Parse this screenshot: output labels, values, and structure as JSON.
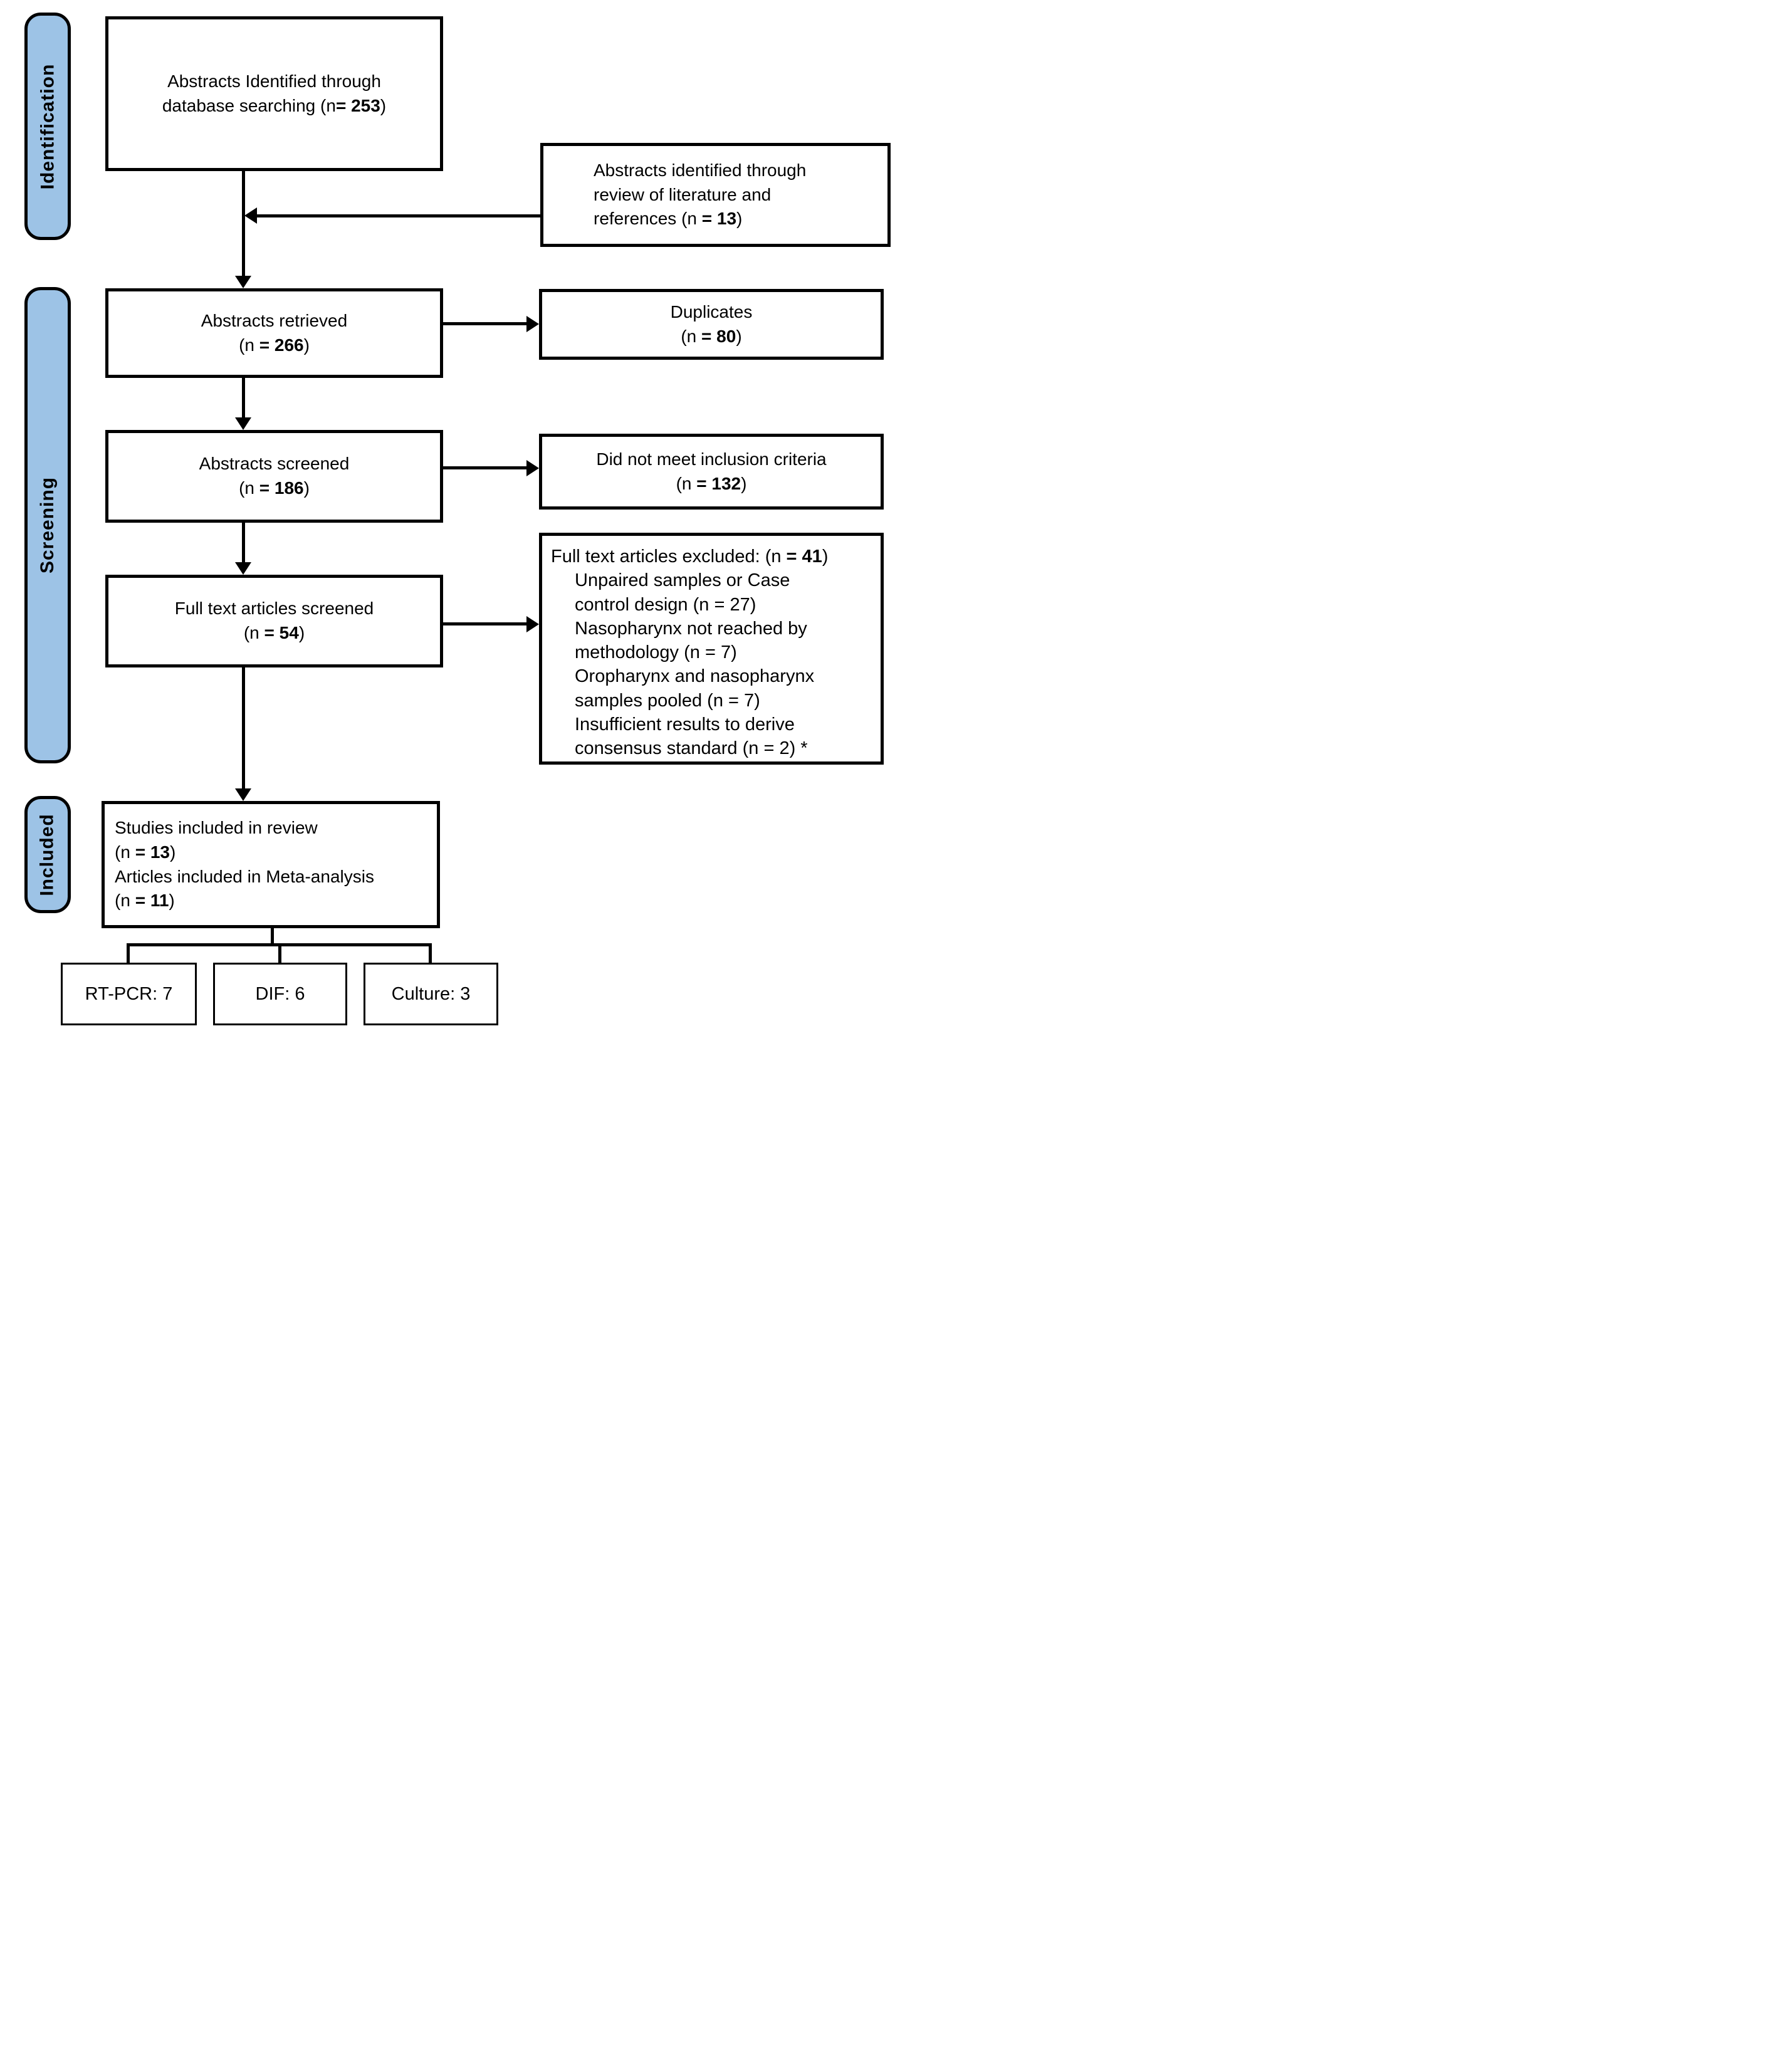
{
  "colors": {
    "stage_fill": "#9DC3E6",
    "line": "#000000",
    "box_bg": "#FFFFFF"
  },
  "stages": {
    "identification": "Identification",
    "screening": "Screening",
    "included": "Included"
  },
  "boxes": {
    "db_search": {
      "line1": "Abstracts Identified through",
      "line2_pre": "database searching (n",
      "line2_bold": "= 253",
      "line2_post": ")"
    },
    "lit_review": {
      "line1": "Abstracts identified through",
      "line2": "review of literature and",
      "line3_pre": "references (n ",
      "line3_bold": "= 13",
      "line3_post": ")"
    },
    "retrieved": {
      "line1": "Abstracts retrieved",
      "n_pre": "(n ",
      "n_bold": "= 266",
      "n_post": ")"
    },
    "duplicates": {
      "line1": "Duplicates",
      "n_pre": "(n ",
      "n_bold": "= 80",
      "n_post": ")"
    },
    "screened": {
      "line1": "Abstracts screened",
      "n_pre": "(n ",
      "n_bold": "= 186",
      "n_post": ")"
    },
    "not_met": {
      "line1": "Did not meet inclusion criteria",
      "n_pre": "(n ",
      "n_bold": "= 132",
      "n_post": ")"
    },
    "fulltext": {
      "line1": "Full text articles screened",
      "n_pre": "(n ",
      "n_bold": "= 54",
      "n_post": ")"
    },
    "excluded": {
      "header_pre": "Full text articles excluded: (n ",
      "header_bold": "= 41",
      "header_post": ")",
      "item_lines": [
        [
          "Unpaired samples or Case",
          "control design (n = 27)"
        ],
        [
          "Nasopharynx not reached by",
          "methodology (n = 7)"
        ],
        [
          "Oropharynx and nasopharynx",
          "samples pooled (n = 7)"
        ],
        [
          "Insufficient results to derive",
          "consensus standard (n = 2) *"
        ]
      ]
    },
    "included_review": {
      "line1": "Studies included in review",
      "n1_pre": "(n ",
      "n1_bold": "= 13",
      "n1_post": ")",
      "line3": "Articles included in Meta-analysis",
      "n2_pre": "(n ",
      "n2_bold": "= 11",
      "n2_post": ")"
    },
    "rtpcr": {
      "label": "RT-PCR: 7"
    },
    "dif": {
      "label": "DIF: 6"
    },
    "culture": {
      "label": "Culture: 3"
    }
  }
}
